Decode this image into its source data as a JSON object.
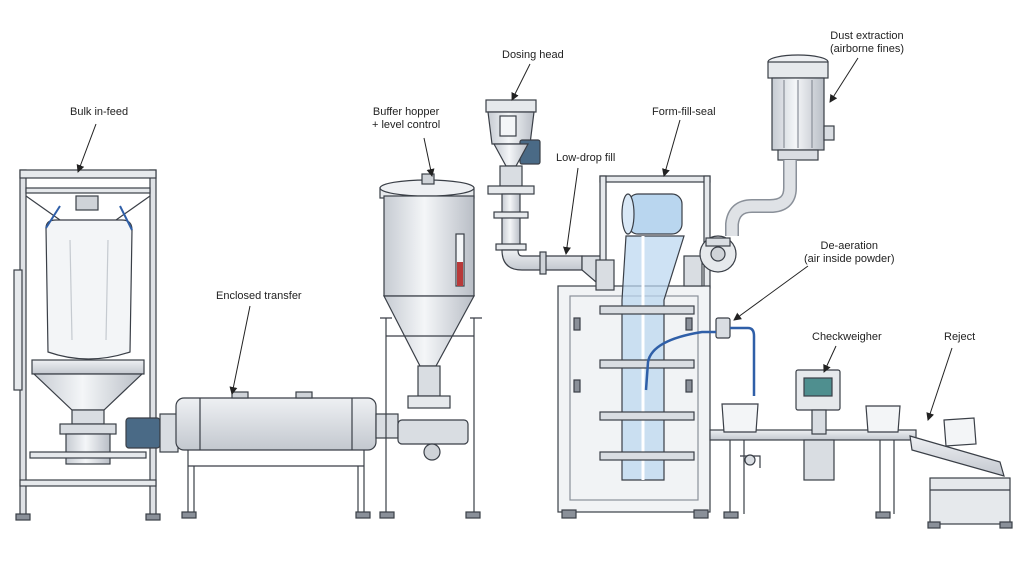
{
  "labels": {
    "bulk_infeed": "Bulk in-feed",
    "enclosed_transfer": "Enclosed transfer",
    "buffer_hopper_line1": "Buffer hopper",
    "buffer_hopper_line2": "+ level control",
    "dosing_head": "Dosing head",
    "low_drop_fill": "Low-drop fill",
    "form_fill_seal": "Form-fill-seal",
    "dust_extraction_line1": "Dust extraction",
    "dust_extraction_line2": "(airborne fines)",
    "de_aeration_line1": "De-aeration",
    "de_aeration_line2": "(air inside powder)",
    "checkweigher": "Checkweigher",
    "reject": "Reject"
  },
  "colors": {
    "steel": "#d9dde2",
    "steel_dark": "#8a9099",
    "outline": "#3a3f47",
    "motor": "#4a6a86",
    "film_blue": "#b9d6ef",
    "hose_blue": "#2f5fa8",
    "level_red": "#b83a3a",
    "screen_teal": "#4f8f8f"
  }
}
